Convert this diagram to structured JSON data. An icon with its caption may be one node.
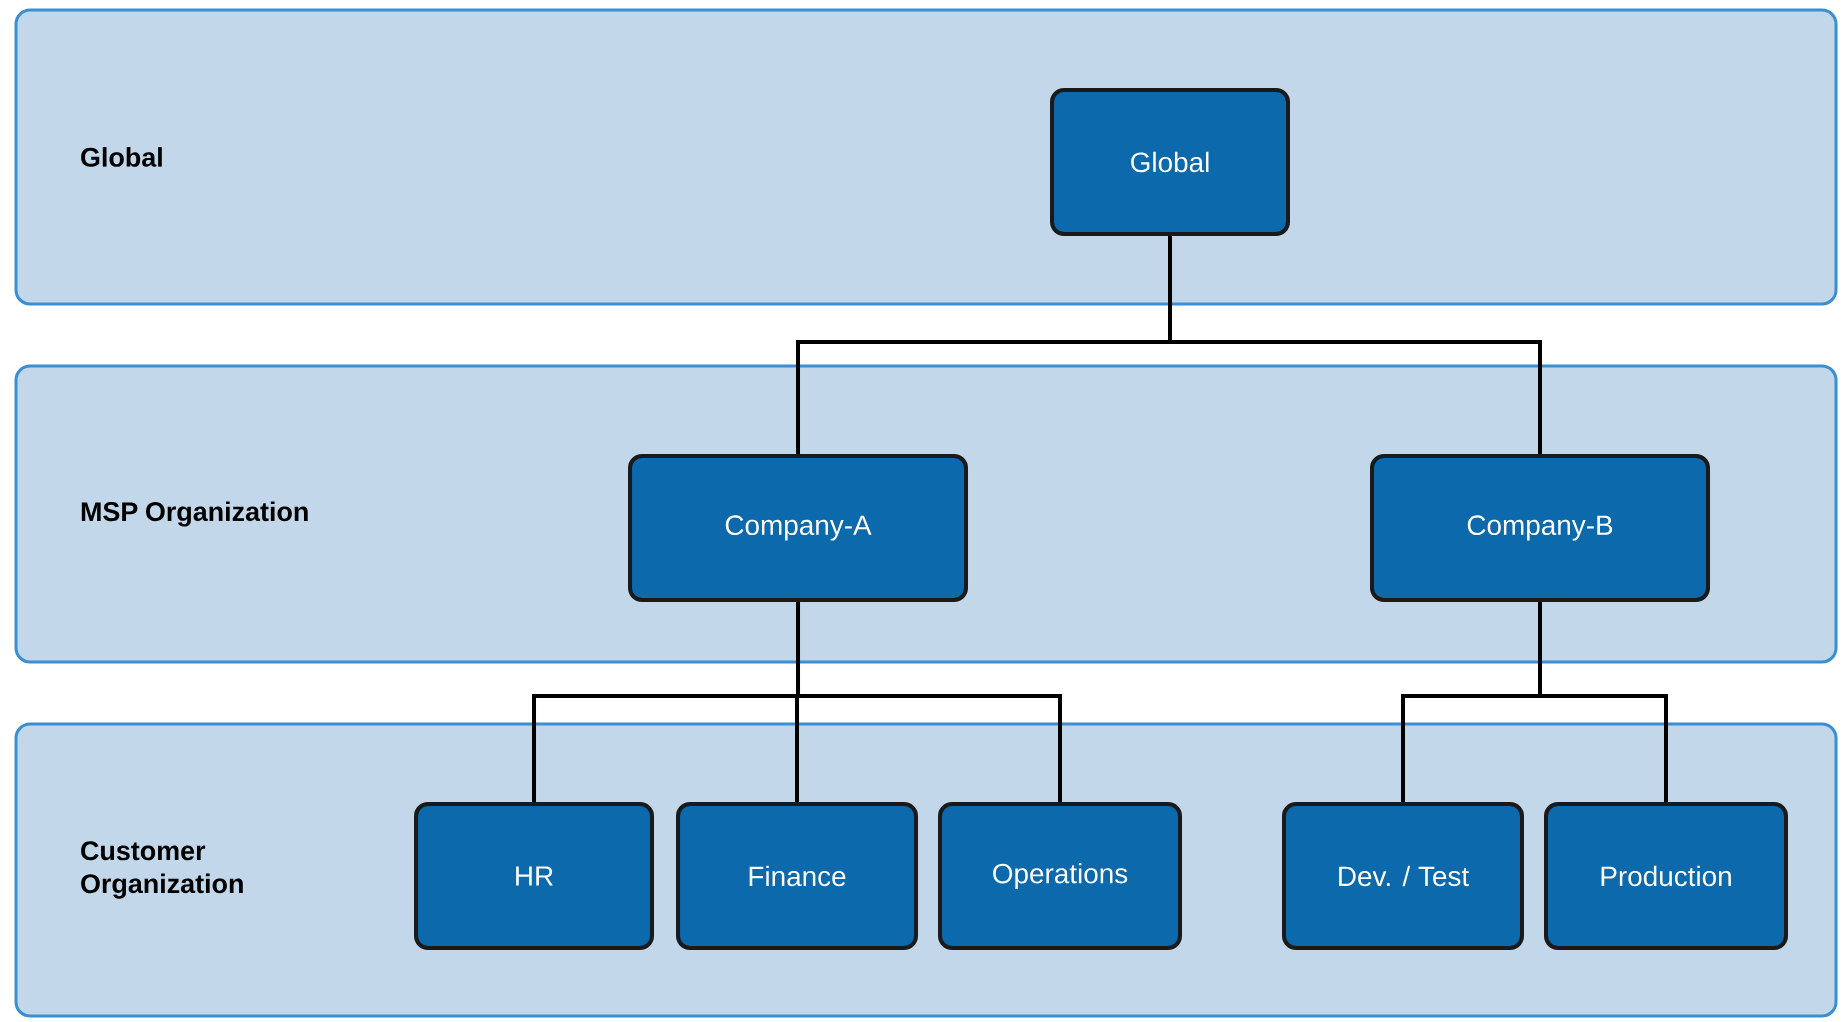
{
  "diagram": {
    "nodes": [
      {
        "text": [
          "Global"
        ]
      },
      {
        "text": [
          "Global"
        ],
        "in": 0
      },
      {
        "text": [
          "MSP Organization"
        ]
      },
      {
        "text": [
          "Company-A"
        ],
        "in": 2
      },
      {
        "text": [
          "Company-B"
        ],
        "in": 2
      },
      {
        "text": [
          "Customer Organization"
        ]
      },
      {
        "text": [
          "HR"
        ],
        "in": 5
      },
      {
        "text": [
          "Finance"
        ],
        "in": 5
      },
      {
        "text": [
          "Operations"
        ],
        "in": 5
      },
      {
        "text": [
          "Dev. / Test"
        ],
        "in": 5
      },
      {
        "text": [
          "Production"
        ],
        "in": 5
      }
    ],
    "edges": [
      {
        "from": 1,
        "to": 3,
        "arrow": "none"
      },
      {
        "from": 1,
        "to": 4,
        "arrow": "none"
      },
      {
        "from": 3,
        "to": 6,
        "arrow": "none"
      },
      {
        "from": 3,
        "to": 7,
        "arrow": "none"
      },
      {
        "from": 3,
        "to": 8,
        "arrow": "none"
      },
      {
        "from": 4,
        "to": 9,
        "arrow": "none"
      },
      {
        "from": 4,
        "to": 10,
        "arrow": "none"
      }
    ]
  }
}
